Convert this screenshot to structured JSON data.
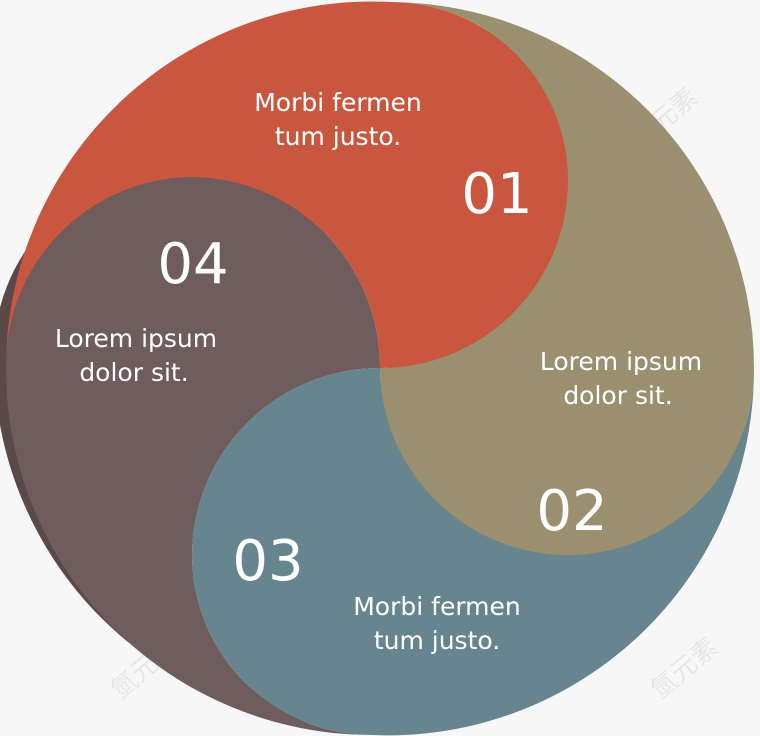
{
  "segments": [
    {
      "number": "01",
      "caption_line1": "Morbi fermen",
      "caption_line2": "tum justo.",
      "color": "#c95740",
      "shadow": "#a84330"
    },
    {
      "number": "02",
      "caption_line1": "Lorem ipsum",
      "caption_line2": "dolor sit.",
      "color": "#9a9070",
      "shadow": "#857d5f"
    },
    {
      "number": "03",
      "caption_line1": "Morbi fermen",
      "caption_line2": "tum justo.",
      "color": "#66858e",
      "shadow": "#52707a"
    },
    {
      "number": "04",
      "caption_line1": "Lorem ipsum",
      "caption_line2": "dolor sit.",
      "color": "#6f5c5c",
      "shadow": "#5a4949"
    }
  ],
  "watermark": "氫元素"
}
